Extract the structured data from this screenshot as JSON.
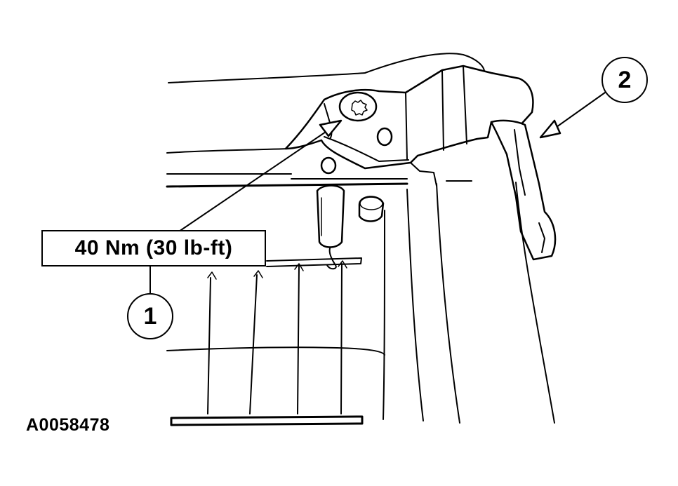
{
  "torque_spec": "40 Nm (30 lb-ft)",
  "callouts": [
    {
      "number": "1"
    },
    {
      "number": "2"
    }
  ],
  "figure_id": "A0058478"
}
